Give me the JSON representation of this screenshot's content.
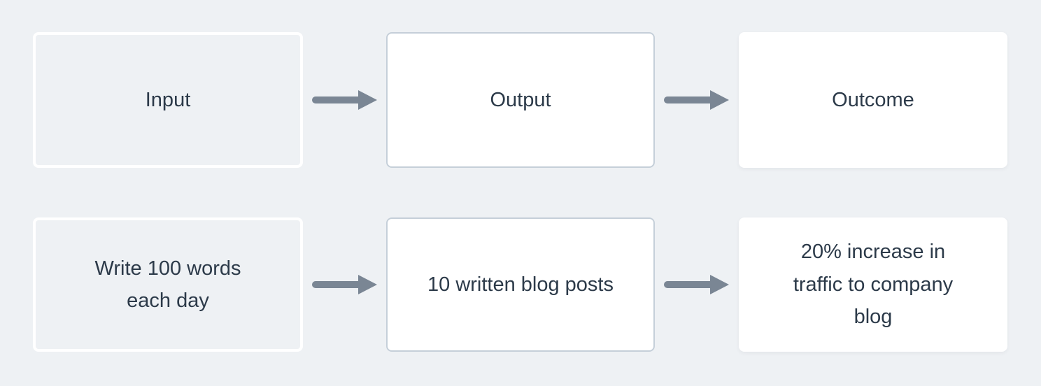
{
  "colors": {
    "page_bg": "#eef1f4",
    "card_bg": "#ffffff",
    "card_border": "#c5cfd9",
    "arrow": "#7a8694",
    "text": "#2c3a49"
  },
  "diagram": {
    "rows": [
      {
        "cells": [
          {
            "label": "Input"
          },
          {
            "label": "Output"
          },
          {
            "label": "Outcome"
          }
        ]
      },
      {
        "cells": [
          {
            "label": "Write 100 words\neach day"
          },
          {
            "label": "10 written blog posts"
          },
          {
            "label": "20% increase in\ntraffic to company\nblog"
          }
        ]
      }
    ]
  }
}
